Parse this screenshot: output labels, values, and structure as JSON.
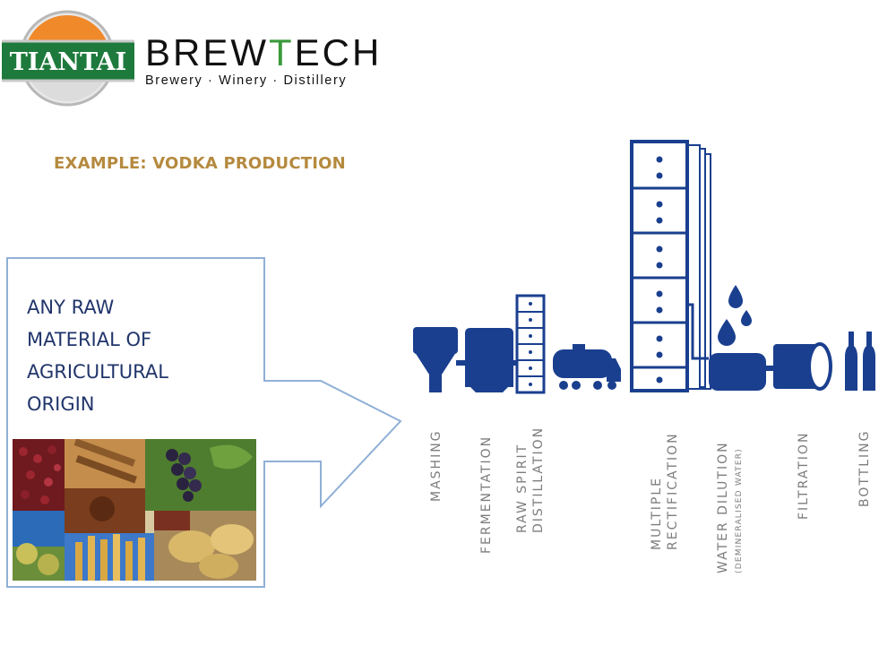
{
  "brand": {
    "logo_text": "TIANTAI",
    "name_part1": "BREW",
    "name_highlight": "T",
    "name_part2": "ECH",
    "subtitle": "Brewery · Winery · Distillery",
    "colors": {
      "green": "#1e7a3c",
      "orange": "#f0892a",
      "accent_green": "#3a9a3a"
    }
  },
  "title": "EXAMPLE: VODKA PRODUCTION",
  "raw_material": {
    "lines": [
      "ANY RAW",
      "MATERIAL OF",
      "AGRICULTURAL",
      "ORIGIN"
    ]
  },
  "steps": [
    {
      "line1": "MASHING",
      "line2": ""
    },
    {
      "line1": "FERMENTATION",
      "line2": ""
    },
    {
      "line1": "RAW SPIRIT",
      "line2": "DISTILLATION"
    },
    {
      "line1": "MULTIPLE",
      "line2": "RECTIFICATION"
    },
    {
      "line1": "WATER DILUTION",
      "line2": "(DEMINERALISED WATER)"
    },
    {
      "line1": "FILTRATION",
      "line2": ""
    },
    {
      "line1": "BOTTLING",
      "line2": ""
    }
  ],
  "colors": {
    "equipment": "#1a3f8f",
    "title": "#b58a3f",
    "arrow": "#8fb0d6",
    "label": "#7d7d7d"
  }
}
